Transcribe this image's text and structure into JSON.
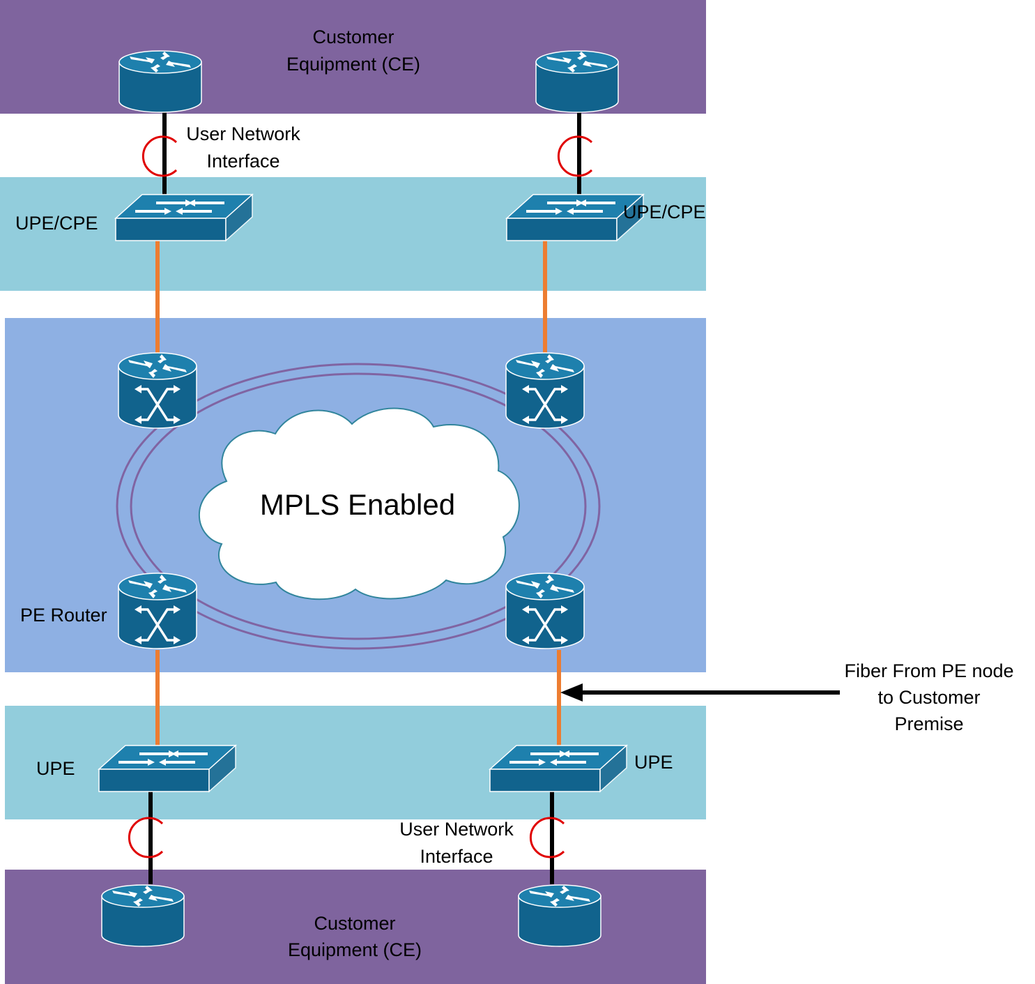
{
  "colors": {
    "customer_band": "#7F649E",
    "upe_band": "#92CDDC",
    "mpls_band": "#8EB0E3",
    "device_top": "#1E80AD",
    "device_side": "#11638D",
    "link_access": "#000000",
    "link_fiber": "#ED7D31",
    "uni_marker": "#E00000",
    "ring": "#8064A2",
    "cloud_stroke": "#31859C",
    "arrow": "#000000"
  },
  "icons": {
    "ce_router": "router-icon",
    "upe_switch": "switch-icon",
    "pe_router": "router-with-crossconnect-icon",
    "mpls_cloud": "cloud-icon"
  },
  "labels": {
    "ce_top_1": "Customer",
    "ce_top_2": "Equipment (CE)",
    "uni_top_1": "User Network",
    "uni_top_2": "Interface",
    "upe_cpe_left": "UPE/CPE",
    "upe_cpe_right": "UPE/CPE",
    "mpls_cloud": "MPLS Enabled",
    "pe_router": "PE Router",
    "fiber_1": "Fiber From PE node",
    "fiber_2": "to Customer",
    "fiber_3": "Premise",
    "upe_left": "UPE",
    "upe_right": "UPE",
    "uni_bottom_1": "User Network",
    "uni_bottom_2": "Interface",
    "ce_bottom_1": "Customer",
    "ce_bottom_2": "Equipment (CE)"
  }
}
